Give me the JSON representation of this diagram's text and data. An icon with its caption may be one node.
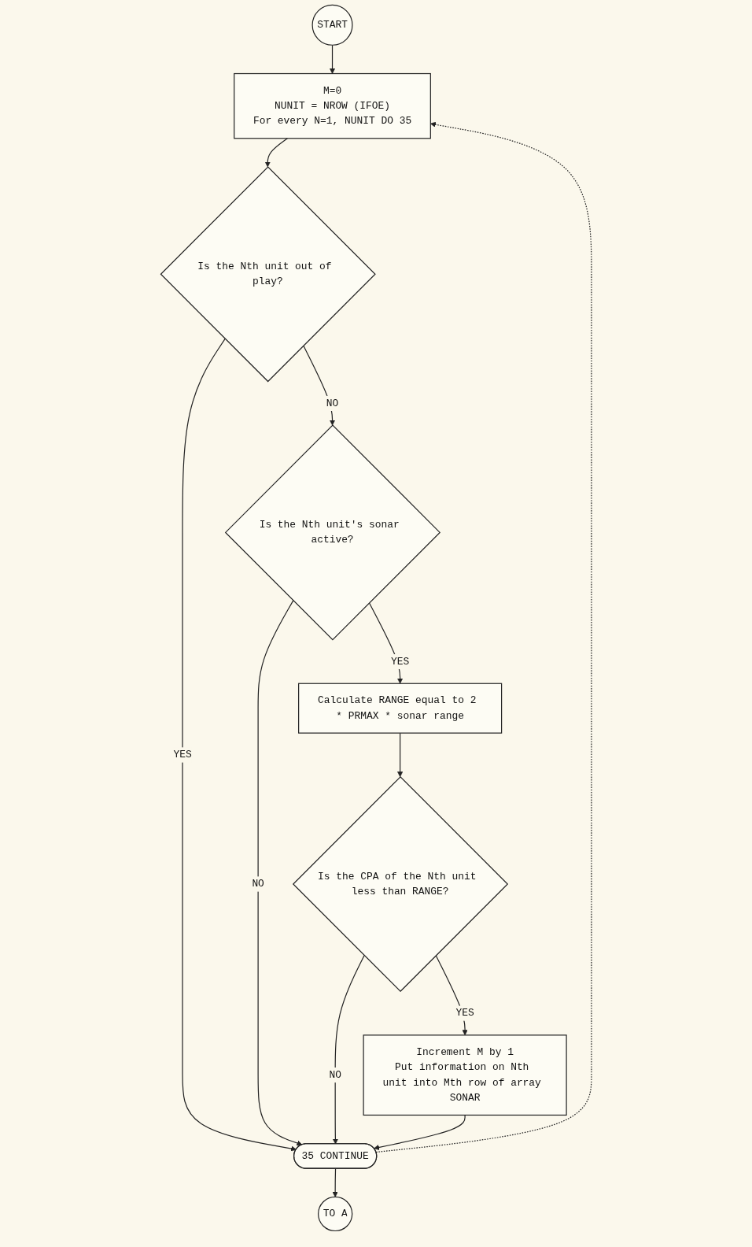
{
  "diagram": {
    "nodes": [
      {
        "text": [
          "START"
        ]
      },
      {
        "text": [
          "M=0",
          "NUNIT = NROW (IFOE)",
          "For every N=1, NUNIT  DO 35"
        ]
      },
      {
        "text": [
          "Is the Nth unit out of play?"
        ]
      },
      {
        "text": [
          "Is the Nth unit's sonar active?"
        ]
      },
      {
        "text": [
          "Calculate RANGE equal to 2 * PRMAX * sonar range"
        ]
      },
      {
        "text": [
          "Is the CPA of the Nth unit less than RANGE?"
        ]
      },
      {
        "text": [
          "Increment M by 1",
          "Put information on Nth unit into Mth row of array SONAR"
        ]
      },
      {
        "text": [
          "35 CONTINUE"
        ]
      },
      {
        "text": [
          "TO A"
        ]
      }
    ],
    "edges": [
      {
        "from": 0,
        "to": 1,
        "arrow": "to"
      },
      {
        "from": 1,
        "to": 2,
        "arrow": "to"
      },
      {
        "from": 2,
        "to": 7,
        "arrow": "to",
        "label": "YES"
      },
      {
        "from": 2,
        "to": 3,
        "arrow": "to",
        "label": "NO"
      },
      {
        "from": 3,
        "to": 7,
        "arrow": "to",
        "label": "NO"
      },
      {
        "from": 3,
        "to": 4,
        "arrow": "to",
        "label": "YES"
      },
      {
        "from": 4,
        "to": 5,
        "arrow": "to"
      },
      {
        "from": 5,
        "to": 7,
        "arrow": "to",
        "label": "NO"
      },
      {
        "from": 5,
        "to": 6,
        "arrow": "to",
        "label": "YES"
      },
      {
        "from": 6,
        "to": 7,
        "arrow": "to"
      },
      {
        "from": 7,
        "to": 1,
        "arrow": "to",
        "style": "dashed"
      },
      {
        "from": 7,
        "to": 8,
        "arrow": "to"
      }
    ]
  }
}
